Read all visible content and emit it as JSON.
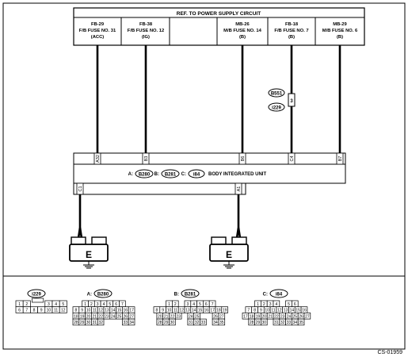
{
  "power_box": {
    "title": "REF. TO POWER SUPPLY CIRCUIT",
    "fuses": [
      {
        "line1": "FB-29",
        "line2": "F/B FUSE NO. 31",
        "line3": "(ACC)"
      },
      {
        "line1": "FB-38",
        "line2": "F/B FUSE NO. 12",
        "line3": "(IG)"
      },
      {
        "line1": "",
        "line2": "",
        "line3": ""
      },
      {
        "line1": "MB-26",
        "line2": "M/B FUSE NO. 14",
        "line3": "(B)"
      },
      {
        "line1": "FB-18",
        "line2": "F/B FUSE NO. 7",
        "line3": "(B)"
      },
      {
        "line1": "MB-29",
        "line2": "M/B FUSE NO. 6",
        "line3": "(B)"
      }
    ]
  },
  "wires": [
    {
      "pin": "A32"
    },
    {
      "pin": "B3"
    },
    {
      "pin": "B6"
    },
    {
      "pin": "C4"
    },
    {
      "pin": "B7"
    }
  ],
  "junction": {
    "connector_a": "B551",
    "connector_b": "i229",
    "pin": "3"
  },
  "unit": {
    "a_label": "A:",
    "a_conn": "B280",
    "b_label": "B:",
    "b_conn": "B281",
    "c_label": "C:",
    "c_conn": "i84",
    "name": "BODY INTEGRATED UNIT"
  },
  "ground_pins": [
    "C1",
    "A1"
  ],
  "grounds": [
    "E",
    "E"
  ],
  "connectors": [
    {
      "prefix": "",
      "name": "i229",
      "rows": [
        [
          "1",
          "2",
          "",
          "",
          "3",
          "4",
          "5"
        ],
        [
          "6",
          "7",
          "8",
          "9",
          "10",
          "11",
          "12"
        ]
      ]
    },
    {
      "prefix": "A:",
      "name": "B280",
      "rows": [
        [
          "1",
          "2",
          "3",
          "4",
          "5",
          "6",
          "7"
        ],
        [
          "8",
          "9",
          "10",
          "11",
          "12",
          "13",
          "14",
          "15",
          "16",
          "17"
        ],
        [
          "18",
          "19",
          "20",
          "21",
          "22",
          "23",
          "24",
          "25",
          "26",
          "27"
        ],
        [
          "28",
          "29",
          "30",
          "31",
          "32",
          "",
          "",
          "",
          "33",
          "34"
        ]
      ]
    },
    {
      "prefix": "B:",
      "name": "B281",
      "rows": [
        [
          "1",
          "2",
          "",
          "3",
          "4",
          "5",
          "6",
          "7"
        ],
        [
          "8",
          "9",
          "10",
          "11",
          "12",
          "13",
          "14",
          "15",
          "16",
          "17",
          "18",
          "19"
        ],
        [
          "20",
          "21",
          "22",
          "23",
          "",
          "24",
          "25",
          "",
          "",
          "26",
          "27"
        ],
        [
          "28",
          "29",
          "30",
          "",
          "",
          "31",
          "32",
          "33",
          "",
          "34",
          "35"
        ]
      ]
    },
    {
      "prefix": "C:",
      "name": "i84",
      "rows": [
        [
          "1",
          "2",
          "3",
          "4",
          "",
          "5",
          "6"
        ],
        [
          "7",
          "8",
          "9",
          "10",
          "11",
          "12",
          "13",
          "14",
          "15",
          "16"
        ],
        [
          "17",
          "18",
          "19",
          "20",
          "21",
          "22",
          "23",
          "24",
          "25",
          "26",
          "27"
        ],
        [
          "28",
          "29",
          "30",
          "",
          "31",
          "32",
          "33",
          "34",
          "35"
        ]
      ]
    }
  ],
  "figure_id": "CS-01959"
}
